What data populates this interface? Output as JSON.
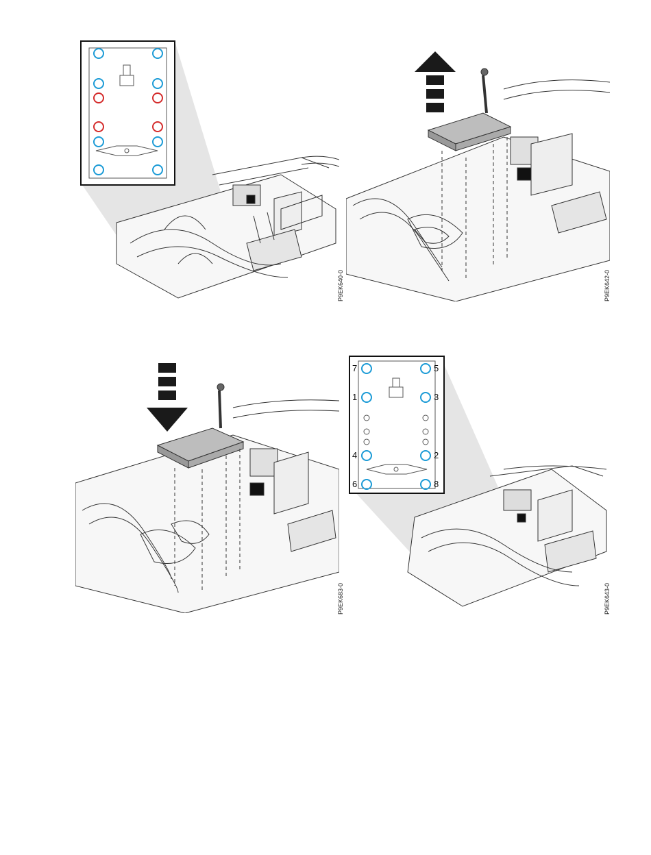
{
  "figures": [
    {
      "id": "P9EK640-0",
      "description_key": "fig1"
    },
    {
      "id": "P9EK642-0",
      "description_key": "fig2"
    },
    {
      "id": "P9EK683-0",
      "description_key": "fig3"
    },
    {
      "id": "P9EK643-0",
      "description_key": "fig4"
    }
  ],
  "screw_order_labels": [
    "7",
    "5",
    "1",
    "3",
    "4",
    "2",
    "6",
    "8"
  ],
  "colors": {
    "blue_circle": "#1a9ad6",
    "red_circle": "#d42b2b",
    "line": "#333333",
    "arrow": "#1a1a1a",
    "shade": "#bdbdbd"
  }
}
